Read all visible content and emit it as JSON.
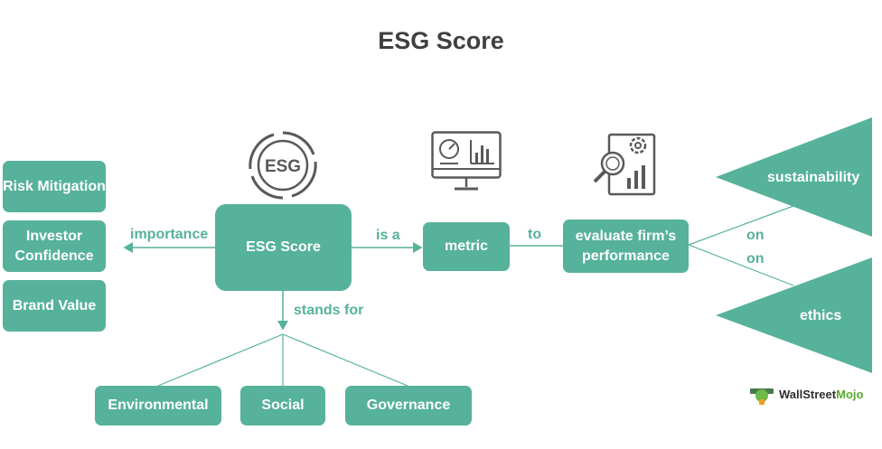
{
  "title": "ESG Score",
  "left_boxes": {
    "risk_mitigation": "Risk Mitigation",
    "investor_confidence": "Investor Confidence",
    "brand_value": "Brand Value"
  },
  "center_box": "ESG Score",
  "metric_box": "metric",
  "evaluate_box": "evaluate firm’s performance",
  "bottom_boxes": {
    "environmental": "Environmental",
    "social": "Social",
    "governance": "Governance"
  },
  "edge_labels": {
    "importance": "importance",
    "is_a": "is a",
    "to": "to",
    "stands_for": "stands for",
    "on_1": "on",
    "on_2": "on"
  },
  "triangles": {
    "sustainability": "sustainability",
    "ethics": "ethics"
  },
  "icons": {
    "esg_emblem": "esg-emblem-icon",
    "esg_emblem_text": "ESG",
    "monitor": "analytics-monitor-icon",
    "report": "report-magnifier-gear-icon"
  },
  "brand": {
    "part1": "Wall",
    "part2": "Street",
    "part3": "Mojo"
  },
  "colors": {
    "accent": "#56b29a",
    "title": "#404040",
    "icon": "#595959"
  }
}
